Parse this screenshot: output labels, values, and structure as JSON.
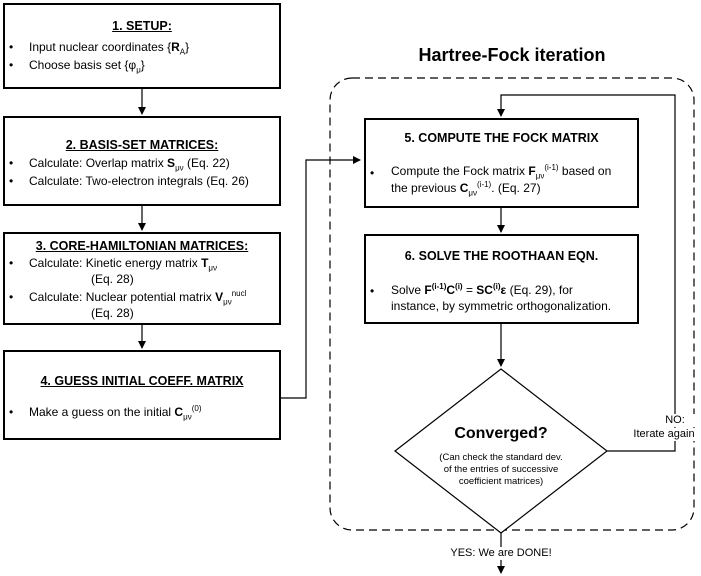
{
  "frame": {
    "title": "Hartree-Fock iteration"
  },
  "setup": {
    "title": "1. SETUP:",
    "items": [
      {
        "pre": "Input nuclear coordinates {",
        "bold": "R",
        "sub": "A",
        "post": "}"
      },
      {
        "pre": "Choose basis set {φ",
        "sub": "μ",
        "post": "}"
      }
    ]
  },
  "basis": {
    "title": "2. BASIS-SET MATRICES:",
    "items": [
      {
        "pre": "Calculate: Overlap matrix ",
        "bold": "S",
        "sub": "μν",
        "post": " (Eq. 22)"
      },
      {
        "pre": "Calculate: Two-electron integrals (Eq. 26)"
      }
    ]
  },
  "core": {
    "title": "3. CORE-HAMILTONIAN MATRICES:",
    "items": [
      {
        "pre": "Calculate: Kinetic energy matrix ",
        "bold": "T",
        "sub": "μν",
        "cont": "(Eq. 28)"
      },
      {
        "pre": "Calculate: Nuclear potential matrix ",
        "bold": "V",
        "sub": "μν",
        "sup": "nucl",
        "cont": "(Eq. 28)"
      }
    ]
  },
  "guess": {
    "title": "4. GUESS INITIAL COEFF. MATRIX",
    "items": [
      {
        "pre": "Make a guess on the initial ",
        "bold": "C",
        "sub": "μν",
        "sup": "(0)"
      }
    ]
  },
  "fock": {
    "title": "5. COMPUTE THE FOCK MATRIX",
    "line1_pre": "Compute the Fock matrix ",
    "line1_bold": "F",
    "line1_sub": "μν",
    "line1_sup": "(i-1)",
    "line1_post": " based on",
    "line2_pre": "the previous ",
    "line2_bold": "C",
    "line2_sub": "μν",
    "line2_sup": "(i-1)",
    "line2_post": ". (Eq. 27)"
  },
  "roothaan": {
    "title": "6. SOLVE THE ROOTHAAN EQN.",
    "line1_pre": "Solve ",
    "f_bold": "F",
    "f_sup": "(i-1)",
    "c_bold": "C",
    "c_sup": "(i)",
    "eq": " = ",
    "sc_bold": "SC",
    "sc_sup": "(i)",
    "eps_bold": "ε",
    "line1_post": " (Eq. 29), for",
    "line2": "instance, by symmetric orthogonalization."
  },
  "decision": {
    "title": "Converged?",
    "note_lines": [
      "(Can check the standard dev.",
      "of the entries of successive",
      "coefficient matrices)"
    ]
  },
  "labels": {
    "no_line1": "NO:",
    "no_line2": "Iterate again",
    "yes": "YES: We are DONE!"
  },
  "bullet": "•"
}
